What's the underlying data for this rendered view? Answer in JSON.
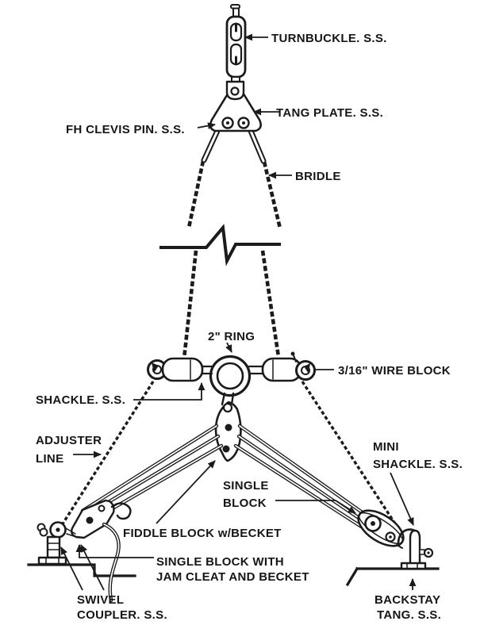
{
  "figure": {
    "colors": {
      "ink": "#1b1b1b",
      "background": "#ffffff"
    },
    "labels": {
      "turnbuckle": "TURNBUCKLE. S.S.",
      "tang_plate": "TANG PLATE. S.S.",
      "fh_clevis_pin": "FH CLEVIS PIN. S.S.",
      "bridle": "BRIDLE",
      "ring": "2\" RING",
      "wire_block": "3/16\" WIRE BLOCK",
      "shackle": "SHACKLE. S.S.",
      "adjuster_line_1": "ADJUSTER",
      "adjuster_line_2": "LINE",
      "mini_shackle_1": "MINI",
      "mini_shackle_2": "SHACKLE. S.S.",
      "single_block_1": "SINGLE",
      "single_block_2": "BLOCK",
      "fiddle_block": "FIDDLE BLOCK w/BECKET",
      "single_block_jam_1": "SINGLE BLOCK WITH",
      "single_block_jam_2": "JAM CLEAT AND BECKET",
      "swivel_coupler_1": "SWIVEL",
      "swivel_coupler_2": "COUPLER. S.S.",
      "backstay_tang_1": "BACKSTAY",
      "backstay_tang_2": "TANG. S.S."
    }
  }
}
